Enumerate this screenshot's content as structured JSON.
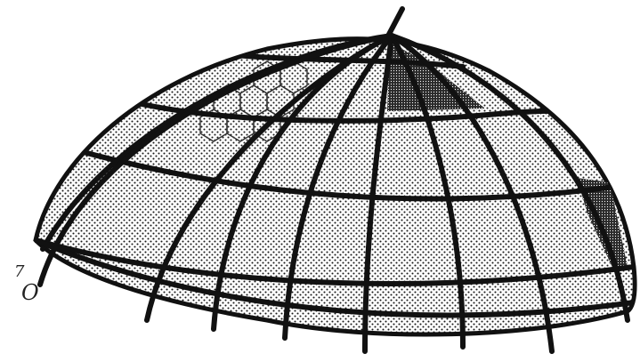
{
  "figure": {
    "label_upper": "7",
    "label_lower": "O"
  },
  "colors": {
    "ink": "#111111",
    "paper": "#ffffff",
    "stipple": "#1a1a1a",
    "dark_panel": "#222222"
  },
  "icons": {
    "dome": "geodesic-dome-illustration",
    "hex_pattern": "hexagon-cell-pattern"
  }
}
